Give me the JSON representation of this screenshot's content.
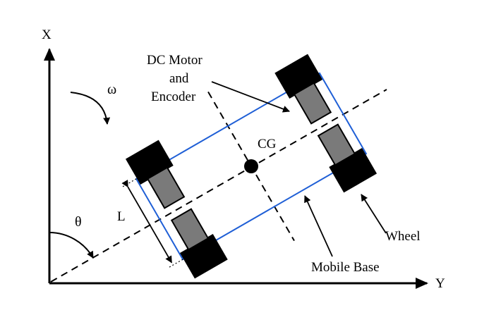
{
  "labels": {
    "x_axis": "X",
    "y_axis": "Y",
    "omega": "ω",
    "theta": "θ",
    "length": "L",
    "cg": "CG",
    "dc_motor_line1": "DC Motor",
    "dc_motor_line2": "and",
    "dc_motor_line3": "Encoder",
    "wheel": "Wheel",
    "mobile_base": "Mobile Base"
  },
  "colors": {
    "base_outline": "#1f5fd6",
    "wheel_tire": "#000000",
    "motor_fill": "#7a7a7a",
    "line": "#000000",
    "background": "#ffffff"
  }
}
